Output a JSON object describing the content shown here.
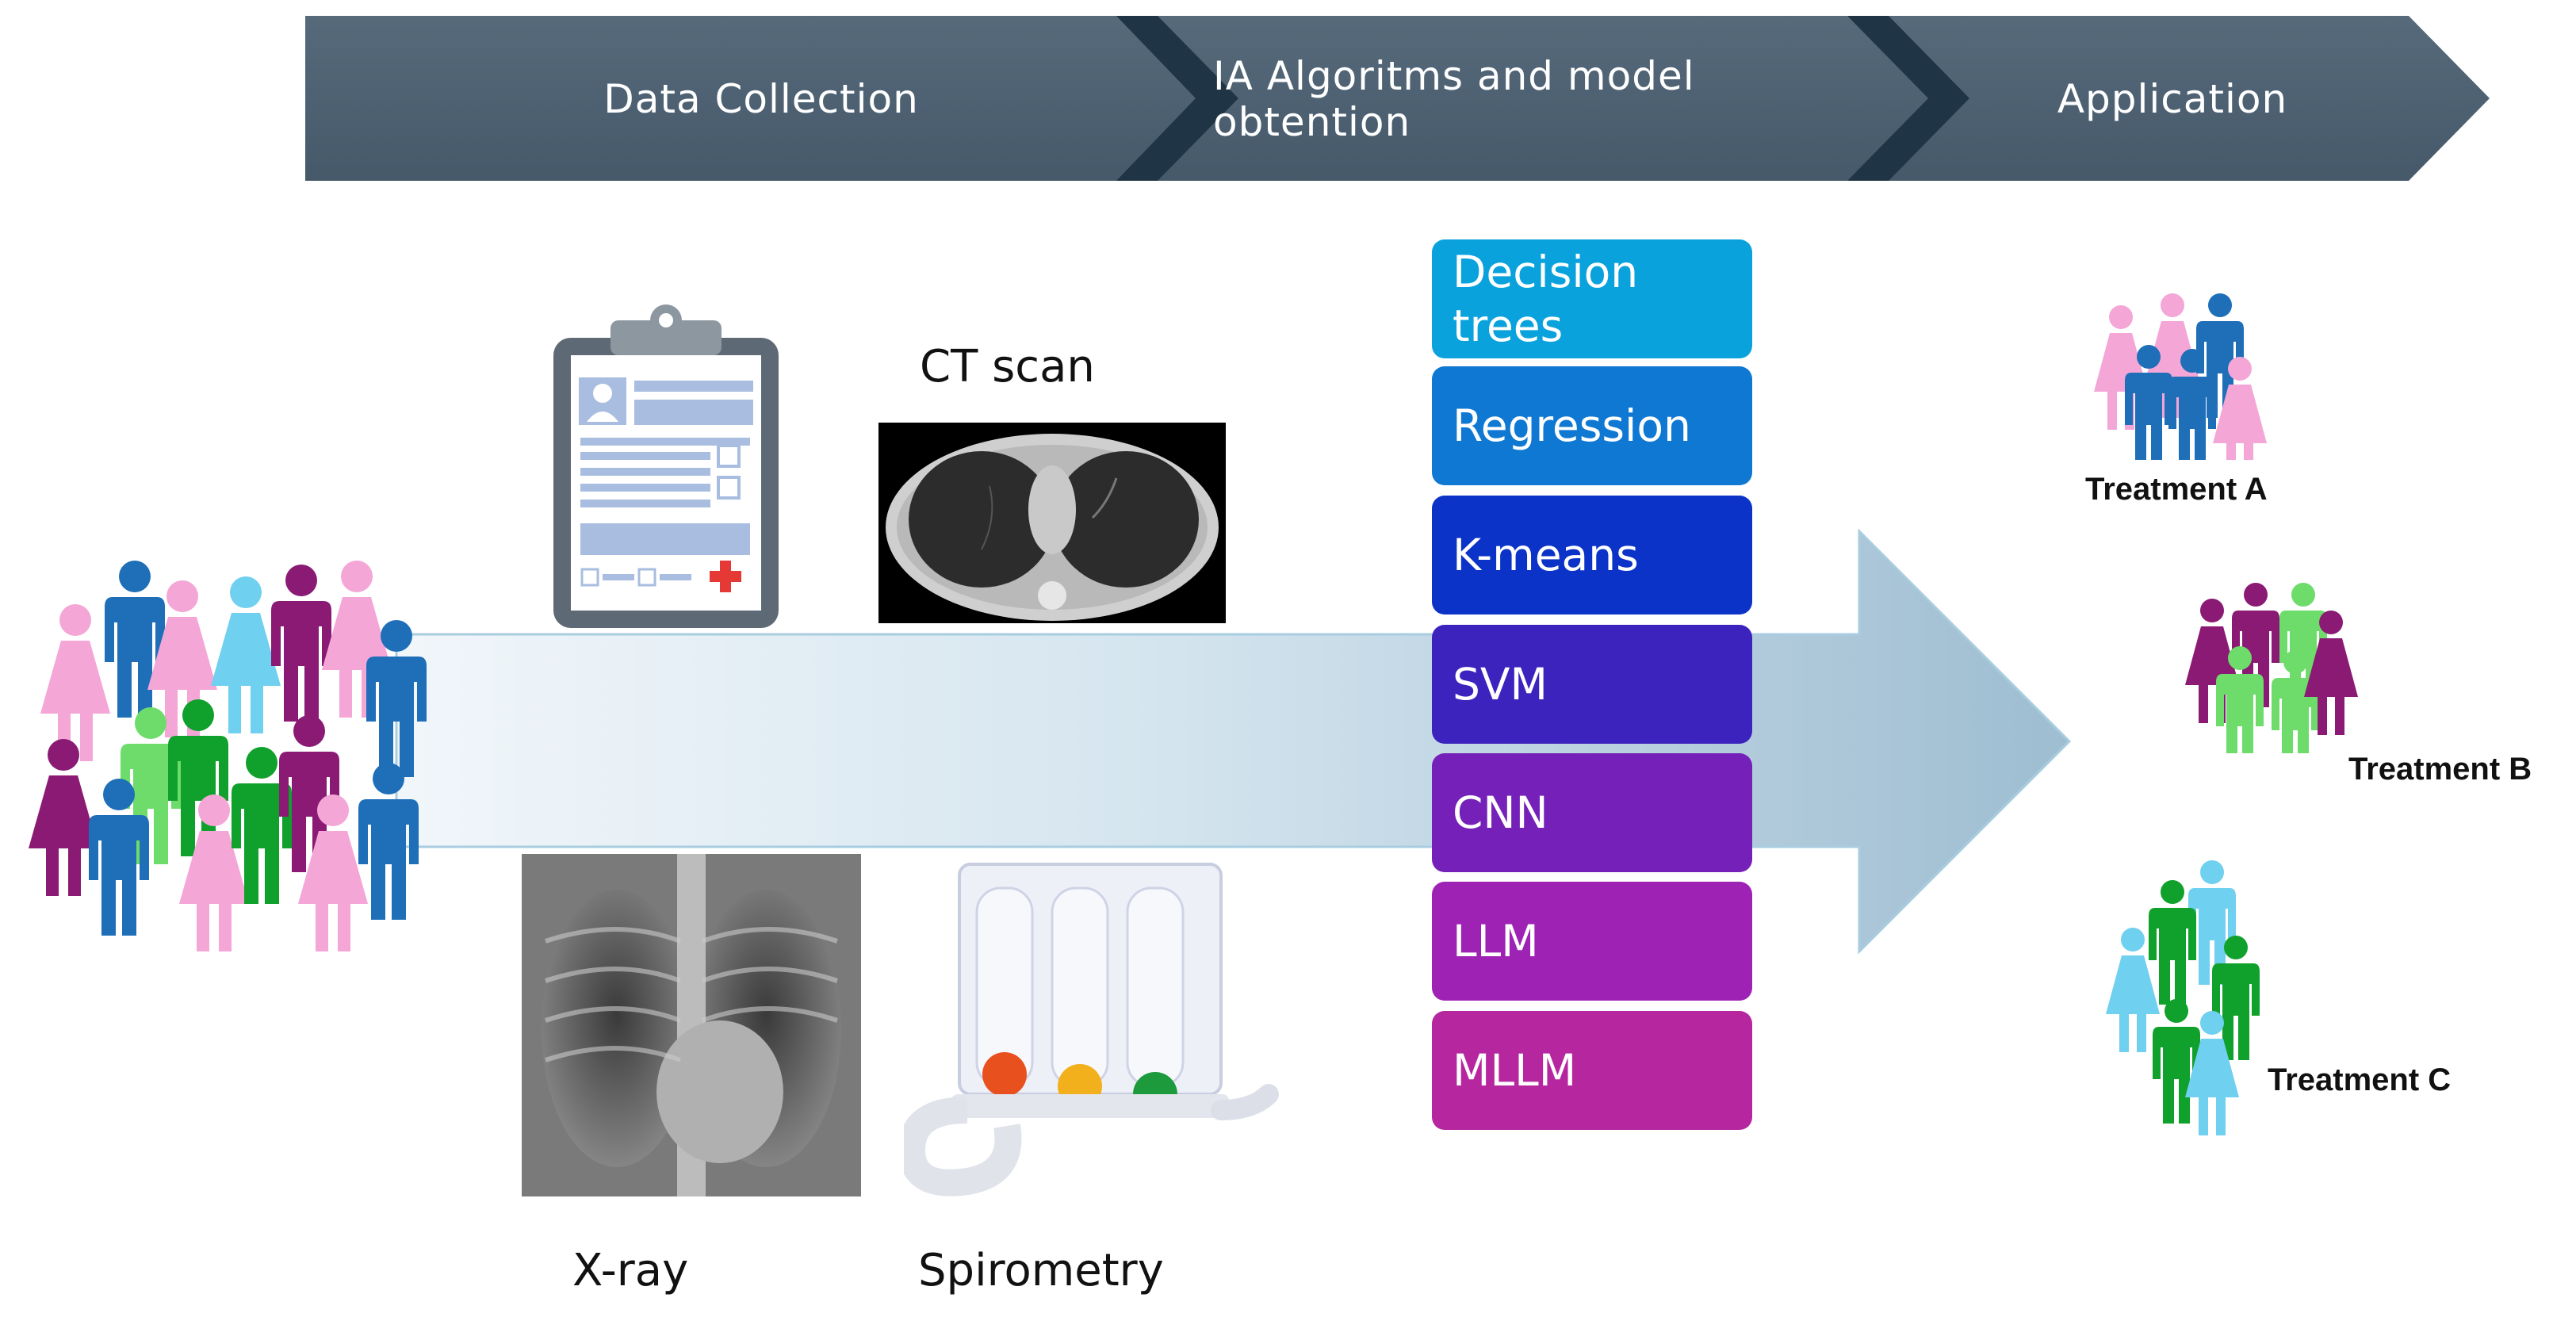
{
  "process_steps": [
    {
      "label": "Data Collection"
    },
    {
      "label": "IA Algoritms and model obtention"
    },
    {
      "label": "Application"
    }
  ],
  "data_sources": {
    "ct": "CT scan",
    "xray": "X-ray",
    "spirometry": "Spirometry"
  },
  "algorithms": [
    {
      "label": "Decision trees",
      "color": "#0aa2dc"
    },
    {
      "label": "Regression",
      "color": "#0f78d2"
    },
    {
      "label": "K-means",
      "color": "#0b33c7"
    },
    {
      "label": "SVM",
      "color": "#3c23be"
    },
    {
      "label": "CNN",
      "color": "#7520b8"
    },
    {
      "label": "LLM",
      "color": "#9e22b4"
    },
    {
      "label": "MLLM",
      "color": "#b6279f"
    }
  ],
  "treatments": [
    {
      "label": "Treatment A"
    },
    {
      "label": "Treatment B"
    },
    {
      "label": "Treatment C"
    }
  ],
  "colors": {
    "banner": "#4b5f70",
    "banner_separator": "#1f3445",
    "main_arrow_light": "#e6f0f7",
    "main_arrow_dark": "#9fbfd3",
    "people_pink": "#f4a6d7",
    "people_blue": "#1e6fb8",
    "people_lightblue": "#6fd0ef",
    "people_purple": "#8a1a74",
    "people_green": "#10a02c",
    "people_lightgreen": "#6edc6a"
  }
}
